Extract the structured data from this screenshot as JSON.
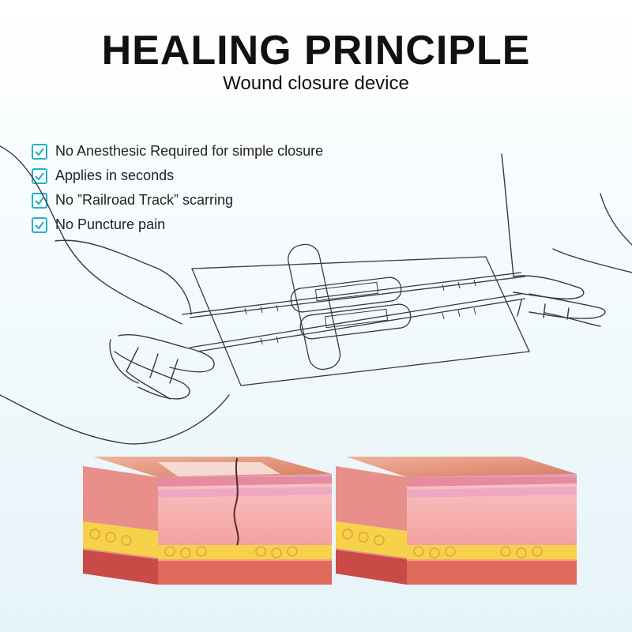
{
  "header": {
    "title": "HEALING PRINCIPLE",
    "subtitle": "Wound closure device"
  },
  "features": [
    {
      "text": "No Anesthesic Required for simple closure",
      "icon": "checkbox-checked-icon"
    },
    {
      "text": "Applies in seconds",
      "icon": "checkbox-checked-icon"
    },
    {
      "text": "No ”Railroad Track” scarring",
      "icon": "checkbox-checked-icon"
    },
    {
      "text": "No Puncture pain",
      "icon": "checkbox-checked-icon"
    }
  ],
  "colors": {
    "accent": "#1fb2c9",
    "skin_top": "#d9826a",
    "dermis": "#f4a7a4",
    "fat": "#f6d24a"
  }
}
